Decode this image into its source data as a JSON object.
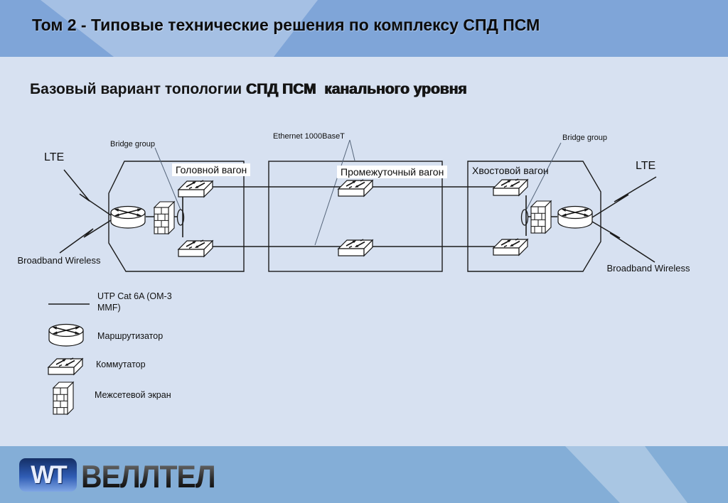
{
  "slide": {
    "title": "Том 2 - Типовые технические решения по комплексу СПД ПСМ",
    "heading": {
      "prefix": "Базовый вариант топологии ",
      "emphasis": "СПД ПСМ  канального уровня"
    }
  },
  "diagram": {
    "wireless": {
      "lte_left": "LTE",
      "lte_right": "LTE",
      "broadband_left": "Broadband Wireless",
      "broadband_right": "Broadband Wireless"
    },
    "callouts": {
      "bridge_group_left": "Bridge group",
      "bridge_group_right": "Bridge group",
      "ethernet": "Ethernet 1000BaseT"
    },
    "cars": {
      "head": "Головной вагон",
      "middle": "Промежуточный вагон",
      "tail": "Хвостовой вагон"
    },
    "icons": [
      "router-icon",
      "switch-icon",
      "firewall-icon",
      "bridge-ellipse-icon",
      "lightning-icon"
    ]
  },
  "legend": {
    "items": [
      {
        "icon": "cable-line-icon",
        "label": "UTP Cat 6A (ОМ-3 MMF)"
      },
      {
        "icon": "router-icon",
        "label": "Маршрутизатор"
      },
      {
        "icon": "switch-icon",
        "label": "Коммутатор"
      },
      {
        "icon": "firewall-icon",
        "label": "Межсетевой экран"
      }
    ]
  },
  "footer": {
    "logo_monogram": "WT",
    "logo_name": "ВЕЛЛТЕЛ"
  },
  "colors": {
    "header_blue": "#7fa5d8",
    "header_band": "#a9c4e8",
    "content_bg": "#d7e1f1",
    "footer_blue": "#84aed7",
    "footer_band": "#abc9e6",
    "line": "#1c1c1c",
    "label_text": "#101010",
    "logo_blue_dark": "#142f66",
    "logo_blue_light": "#7fa6e4"
  }
}
